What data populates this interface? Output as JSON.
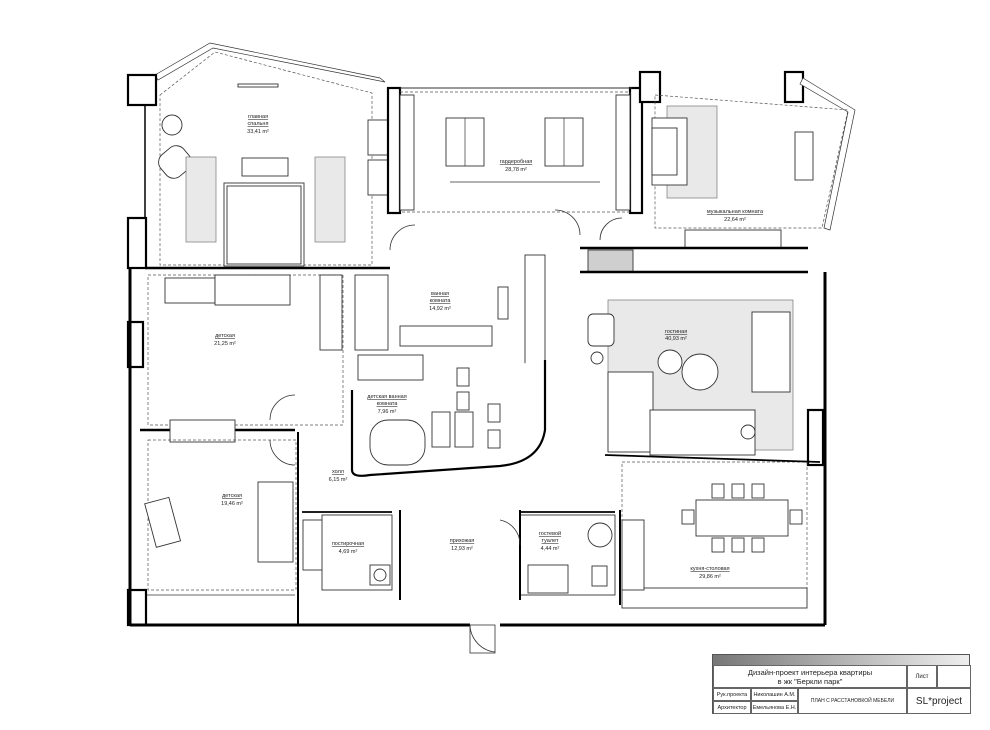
{
  "title_block": {
    "project_title_line1": "Дизайн-проект интерьера квартиры",
    "project_title_line2": "в жк \"Беркли парк\"",
    "sheet_label": "Лист",
    "sheet_number": "",
    "role_1": "Рук.проекта",
    "person_1": "Николашин А.М.",
    "role_2": "Архитектор",
    "person_2": "Емельянова Е.Н.",
    "drawing_name": "ПЛАН С РАССТАНОВКОЙ МЕБЕЛИ",
    "company": "SL*project"
  },
  "rooms": [
    {
      "id": "master-bedroom",
      "name": "главная спальня",
      "area": "33,41 m²"
    },
    {
      "id": "dressing-room",
      "name": "гардеробная",
      "area": "28,78 m²"
    },
    {
      "id": "music-room",
      "name": "музыкальная комната",
      "area": "22,64 m²"
    },
    {
      "id": "bathroom",
      "name": "ванная комната",
      "area": "14,92 m²"
    },
    {
      "id": "kids-room-1",
      "name": "детская",
      "area": "21,25 m²"
    },
    {
      "id": "living-room",
      "name": "гостиная",
      "area": "40,93 m²"
    },
    {
      "id": "kids-bathroom",
      "name": "детская ванная комната",
      "area": "7,96 m²"
    },
    {
      "id": "hall",
      "name": "холл",
      "area": "6,15 m²"
    },
    {
      "id": "kids-room-2",
      "name": "детская",
      "area": "19,46 m²"
    },
    {
      "id": "laundry",
      "name": "постирочная",
      "area": "4,69 m²"
    },
    {
      "id": "entrance-hall",
      "name": "прихожая",
      "area": "12,93 m²"
    },
    {
      "id": "guest-toilet",
      "name": "гостевой туалет",
      "area": "4,44 m²"
    },
    {
      "id": "kitchen-dining",
      "name": "кухня-столовая",
      "area": "29,86 m²"
    }
  ]
}
